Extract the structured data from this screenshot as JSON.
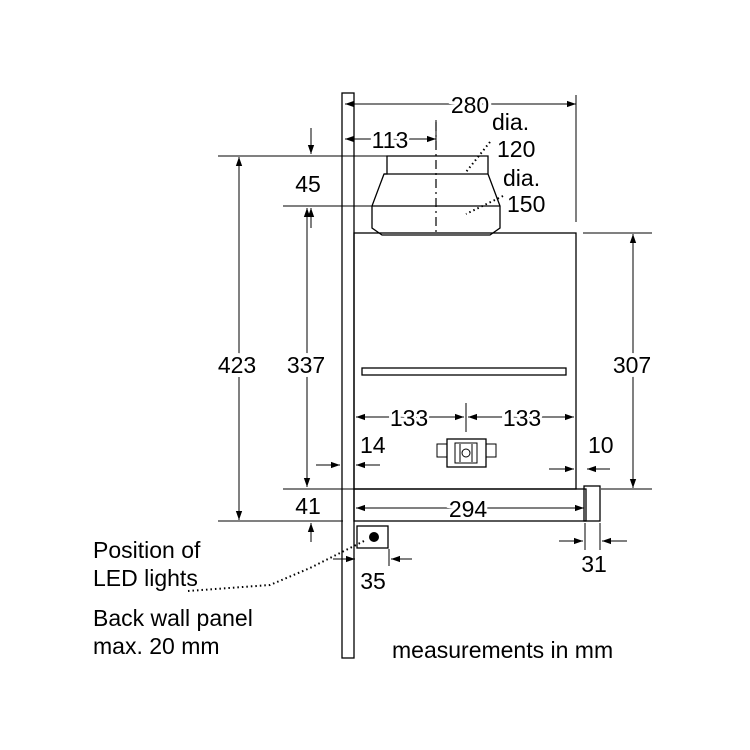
{
  "dimensions": {
    "d280": "280",
    "d113": "113",
    "dia_1": "dia.",
    "d120": "120",
    "dia_2": "dia.",
    "d150": "150",
    "d45": "45",
    "d423": "423",
    "d337": "337",
    "d307": "307",
    "d133_left": "133",
    "d133_right": "133",
    "d14": "14",
    "d10": "10",
    "d41": "41",
    "d294": "294",
    "d35": "35",
    "d31": "31"
  },
  "notes": {
    "led_line1": "Position of",
    "led_line2": "LED lights",
    "panel_line1": "Back wall panel",
    "panel_line2": "max. 20 mm",
    "units": "measurements in mm"
  }
}
